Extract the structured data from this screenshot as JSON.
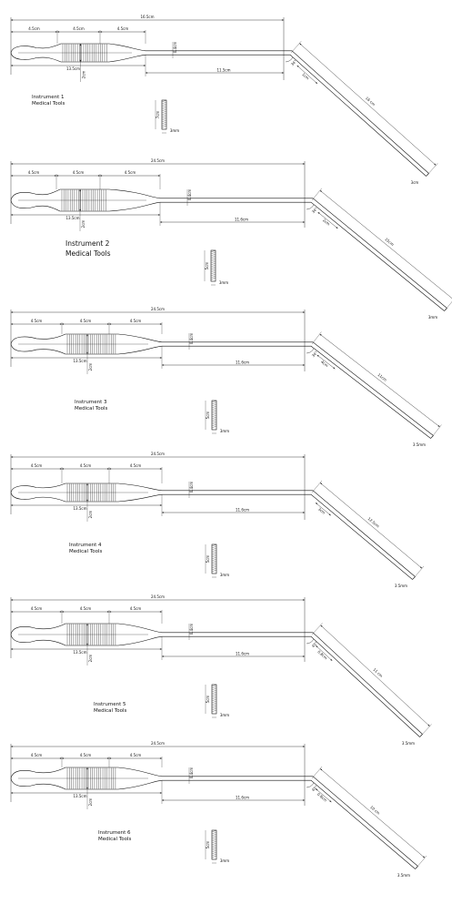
{
  "drawings": [
    {
      "id": "instrument-1",
      "caption": [
        "Instrument 1",
        "Medical Tools"
      ],
      "total": "16.5cm",
      "sections": [
        "4.5cm",
        "4.5cm",
        "4.5cm"
      ],
      "grip_length": "13.5cm",
      "width_label": "2cm",
      "shaft_height": "0.4cm",
      "shaft_length": "11.5cm",
      "angle": "34°",
      "bend_length": "1cm",
      "tip_length": "16 cm",
      "tip_width": "3cm",
      "detail_height": "7cm",
      "detail_width": "3mm"
    },
    {
      "id": "instrument-2",
      "caption": [
        "Instrument 2",
        "Medical Tools"
      ],
      "total": "24.5cm",
      "sections": [
        "4.5cm",
        "4.5cm",
        "4.5cm"
      ],
      "grip_length": "13.5cm",
      "width_label": "2cm",
      "shaft_height": "0.4cm",
      "shaft_length": "11.6cm",
      "angle": "34°",
      "bend_length": "2cm",
      "tip_length": "15cm",
      "tip_width": "3mm",
      "detail_height": "5cm",
      "detail_width": "3mm"
    },
    {
      "id": "instrument-3",
      "caption": [
        "Instrument 3",
        "Medical Tools"
      ],
      "total": "24.5cm",
      "sections": [
        "4.5cm",
        "4.5cm",
        "4.5cm"
      ],
      "grip_length": "13.5cm",
      "width_label": "2cm",
      "shaft_height": "0.4cm",
      "shaft_length": "11.6cm",
      "angle": "34°",
      "bend_length": "4cm",
      "tip_length": "11cm",
      "tip_width": "3.5mm",
      "detail_height": "5cm",
      "detail_width": "3mm"
    },
    {
      "id": "instrument-4",
      "caption": [
        "Instrument 4",
        "Medical Tools"
      ],
      "total": "24.5cm",
      "sections": [
        "4.5cm",
        "4.5cm",
        "4.5cm"
      ],
      "grip_length": "13.5cm",
      "width_label": "2cm",
      "shaft_height": "0.4cm",
      "shaft_length": "11.6cm",
      "angle": "",
      "bend_length": "3cm",
      "tip_length": "12.5cm",
      "tip_width": "3.5mm",
      "detail_height": "5cm",
      "detail_width": "3mm"
    },
    {
      "id": "instrument-5",
      "caption": [
        "Instrument 5",
        "Medical Tools"
      ],
      "total": "24.5cm",
      "sections": [
        "4.5cm",
        "4.5cm",
        "4.5cm"
      ],
      "grip_length": "13.5cm",
      "width_label": "2cm",
      "shaft_height": "0.4cm",
      "shaft_length": "11.6cm",
      "angle": "45°",
      "bend_length": "0.8cm",
      "tip_length": "11 cm",
      "tip_width": "3.5mm",
      "detail_height": "5cm",
      "detail_width": "3mm"
    },
    {
      "id": "instrument-6",
      "caption": [
        "Instrument 6",
        "Medical Tools"
      ],
      "total": "24.5cm",
      "sections": [
        "4.5cm",
        "4.5cm",
        "4.5cm"
      ],
      "grip_length": "13.5cm",
      "width_label": "2cm",
      "shaft_height": "0.4cm",
      "shaft_length": "11.6cm",
      "angle": "45°",
      "bend_length": "0.8cm",
      "tip_length": "10 cm",
      "tip_width": "3.5mm",
      "detail_height": "5cm",
      "detail_width": "3mm"
    }
  ]
}
